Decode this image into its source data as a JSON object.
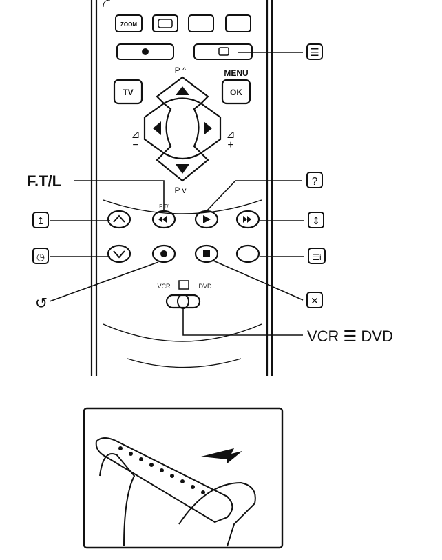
{
  "remote": {
    "top_row": [
      "ZOOM"
    ],
    "menu_label": "MENU",
    "ok_label": "OK",
    "tv_label": "TV",
    "p_up": "P ^",
    "p_down": "P v",
    "vol_minus": "⊿\n−",
    "vol_plus": "⊿\n+",
    "ftl_small": "F.T/L",
    "vcr_small": "VCR",
    "dvd_small": "DVD"
  },
  "callouts": {
    "text_mode": "☰",
    "ftl": "F.T/L",
    "help": "?",
    "hold": "↥",
    "expand": "⇕",
    "clock": "◷",
    "index": "☰i",
    "reveal": "↺",
    "cancel": "✕",
    "vcr_dvd": "VCR ☰ DVD"
  },
  "illustration": {
    "arrow_icon": "battery-slide-arrow-icon"
  }
}
